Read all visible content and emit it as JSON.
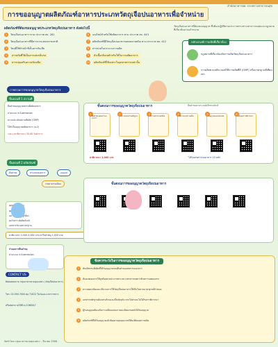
{
  "header": {
    "title": "การขออนุญาตผลิตภัณฑ์อาหารประเภทวัตถุเจือปนอาหารเพื่อจำหน่าย",
    "agency_tag": "สำนักอาหารอย. กระทรวงสาธารณสุข",
    "sub_note": "วัตถุเจือปนอาหารที่ต้องขออนุญาต ซึ่งต้องปฏิบัติตามประกาศกระทรวงสาธารณสุขและกฎหมายที่เกี่ยวข้องก่อนจำหน่าย"
  },
  "intro": {
    "heading": "ผลิตภัณฑ์ที่ต้องขออนุญาตประเภทวัตถุเจือปนอาหาร ดังต่อไปนี้",
    "items_left": [
      "วัตถุเจือปนอาหาร ตาม ประกาศ สธ. 281",
      "วัตถุเจือปนอาหารที่มีสารจากแหล่งธรรมชาติ",
      "วัตถุที่ใช้ทำหน้าที่เป็นสารกันเสีย",
      "สารสกัดที่ใช้เป็นสารแต่งกลิ่นรส",
      "สารกลุ่มเสริมความข้นหนืด"
    ],
    "items_right": [
      "เอนไซม์สำหรับใช้ผลิตอาหาร ตาม ประกาศ สธ. 443",
      "ผลิตภัณฑ์ที่มีวัตถุเจือปนอาหารผสมหลายชนิด ตาม ประกาศ สธ. 412",
      "สารช่วยในกระบวนการผลิต",
      "หัวเชื้อกลิ่นรสสำหรับใช้ในการผลิตอาหาร",
      "ผลิตภัณฑ์ที่ใช้เฉพาะในอุตสาหกรรมเท่านั้น"
    ]
  },
  "principles": {
    "title": "หลักเกณฑ์การผลิตที่เกี่ยวข้อง",
    "item1": "กฎหมายที่เกี่ยวข้องกับการผลิตวัตถุเจือปนอาหาร",
    "item2": "การผลิตตามหลักเกณฑ์วิธีการผลิตที่ดี (GMP) หรือมาตรฐานที่เทียบเท่า"
  },
  "step1": {
    "label": "ภาพรวมการขออนุญาตวัตถุเจือปนอาหาร",
    "sub": "ขั้นตอนที่ 1 สถานที่",
    "card_lines": [
      "ยื่นคำขออนุญาตสถานที่ผลิตอาหาร",
      "ผ่านระบบ e-Submission",
      "ตรวจประเมินสถานที่ผลิต (GMP)",
      "ได้รับใบอนุญาตผลิตอาหาร (อ.2)",
      "ระยะเวลาพิจารณา 30-60 วันทำการ"
    ],
    "process_title": "ขั้นตอนการขออนุญาตวัตถุเจือปนอาหาร",
    "process_note": "ยื่นคำขอผ่านระบบอิเล็กทรอนิกส์",
    "steps": [
      "ยื่นคำขอเลขสารบบอาหาร",
      "ตรวจเอกสารหลักฐาน",
      "ชำระค่าธรรมเนียม",
      "พิจารณาความเห็น",
      "อนุญาตและออกเลข",
      "แจ้งผลการพิจารณา"
    ],
    "approve_note": "ได้รับเลขสารบบอาหาร 13 หลัก",
    "fee_note": "ค่าพิจารณา 1,000 บาท"
  },
  "step2": {
    "label": "ขั้นตอนที่ 2 ผลิตภัณฑ์",
    "flow": [
      "ยื่นคำขอ",
      "ตรวจสอบเอกสาร",
      "อนุญาต",
      "จ่ายค่าธรรมเนียม"
    ],
    "process_title": "ขั้นตอนการขออนุญาตวัตถุเจือปนอาหาร",
    "docs_head": "เอกสารประกอบ",
    "docs": [
      "สูตรส่วนประกอบ",
      "ฉลากอาหารที่ถูกต้อง",
      "ผลวิเคราะห์ผลิตภัณฑ์",
      "เอกสารรับรองมาตรฐาน"
    ],
    "fees": "ค่าพิจารณา 2,000-5,000 บาท   ค่าใบสำคัญ 1,000 บาท"
  },
  "simulation": {
    "title": "จำลองการยื่นคำขอ",
    "sub": "ผ่านระบบ e-Submission"
  },
  "notes": {
    "title": "ข้อควรระวังในการขออนุญาตวัตถุเจือปนอาหาร",
    "items": [
      "ต้องมีสถานที่ผลิตที่ได้รับอนุญาตก่อนยื่นคำขอเลขสารบบอาหาร",
      "ต้องแสดงฉลากให้ถูกต้องตามประกาศกระทรวงสาธารณสุขว่าด้วยการแสดงฉลาก",
      "ตรวจสอบชนิดและปริมาณการใช้วัตถุเจือปนอาหารให้เป็นไปตามมาตรฐานที่กำหนด",
      "เอกสารหลักฐานต้องครบถ้วนและเป็นปัจจุบัน หากไม่ครบจะไม่ได้รับการพิจารณา",
      "ผู้รับอนุญาตต้องแจ้งการเปลี่ยนแปลงรายละเอียดภายหลังได้รับอนุญาต",
      "ผลิตภัณฑ์ที่ได้รับอนุญาตแล้วต้องควบคุมคุณภาพให้คงที่ตลอดการผลิต"
    ]
  },
  "contact": {
    "button": "CONTACT US",
    "line1": "ติดต่อสอบถาม กลุ่มอาหารควบคุมเฉพาะ (วัตถุเจือปนอาหาร)",
    "line2": "โทร. 02-590-7000 ต่อ 71022 ในวันและเวลาราชการ",
    "line3": "หรือส่งคำถามได้ที่ e-CONSULT"
  },
  "footer": "จัดทำโดย กลุ่มอาหารควบคุมเฉพาะ - มีนาคม 2568 -"
}
